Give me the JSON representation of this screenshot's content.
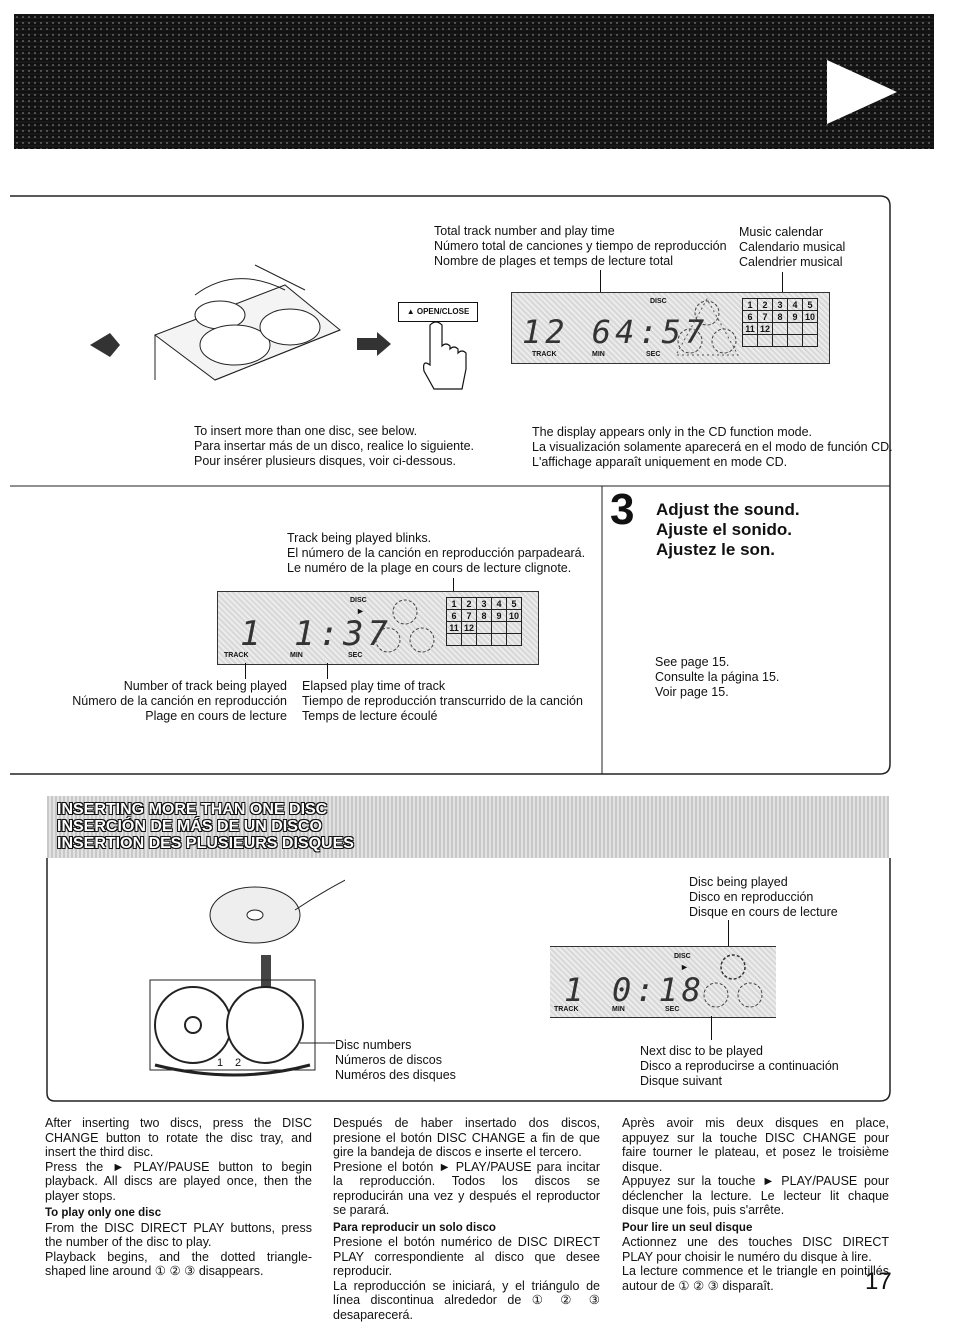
{
  "top_panel": {
    "total_track_caption": [
      "Total track number and play time",
      "Número total de canciones y tiempo de reproducción",
      "Nombre de plages et temps de lecture total"
    ],
    "music_calendar_caption": [
      "Music calendar",
      "Calendario musical",
      "Calendrier musical"
    ],
    "open_close_label": "▲ OPEN/CLOSE",
    "display_digits": "12 64:57",
    "display_labels": {
      "disc": "DISC",
      "track": "TRACK",
      "min": "MIN",
      "sec": "SEC"
    },
    "calendar_numbers": [
      "1",
      "2",
      "3",
      "4",
      "5",
      "6",
      "7",
      "8",
      "9",
      "10",
      "11",
      "12"
    ],
    "insert_more_caption": [
      "To insert more than one disc, see below.",
      "Para insertar más de un disco, realice lo siguiente.",
      "Pour insérer plusieurs disques, voir ci-dessous."
    ],
    "display_mode_caption": [
      "The display appears only in the CD function mode.",
      "La visualización solamente aparecerá en el modo de función CD.",
      "L'affichage apparaît uniquement en mode CD."
    ]
  },
  "middle_panel": {
    "blinks_caption": [
      "Track being played blinks.",
      "El número de la canción en reproducción parpadeará.",
      "Le numéro de la plage en cours de lecture clignote."
    ],
    "display_track": "1",
    "display_time": "1:37",
    "track_number_caption": [
      "Number of track being played",
      "Número de la canción en reproducción",
      "Plage en cours de lecture"
    ],
    "elapsed_caption": [
      "Elapsed play time of track",
      "Tiempo de reproducción transcurrido de la canción",
      "Temps de lecture écoulé"
    ],
    "step_number": "3",
    "step_titles": [
      "Adjust the sound.",
      "Ajuste el sonido.",
      "Ajustez le son."
    ],
    "see_page": [
      "See page 15.",
      "Consulte la página 15.",
      "Voir page 15."
    ]
  },
  "section": {
    "titles": [
      "INSERTING MORE THAN ONE DISC",
      "INSERCIÓN DE MÁS DE UN DISCO",
      "INSERTION DES PLUSIEURS DISQUES"
    ],
    "disc_being_played": [
      "Disc being played",
      "Disco en reproducción",
      "Disque en cours de lecture"
    ],
    "disc_numbers": [
      "Disc numbers",
      "Números de discos",
      "Numéros des disques"
    ],
    "next_disc": [
      "Next disc to be played",
      "Disco a reproducirse a continuación",
      "Disque suivant"
    ],
    "display_track": "1",
    "display_time": "0:18",
    "tray_numbers": [
      "1",
      "2"
    ]
  },
  "columns": {
    "english": {
      "p1": "After inserting two discs, press the DISC CHANGE button to rotate the disc tray, and insert the third disc.",
      "p2": "Press the ► PLAY/PAUSE button to begin playback. All discs are played once, then the player stops.",
      "heading": "To play only one disc",
      "p3": "From the DISC DIRECT PLAY buttons, press the number of the disc to play.",
      "p4": "Playback begins, and the dotted triangle-shaped line around ① ② ③ disappears."
    },
    "spanish": {
      "p1": "Después de haber insertado dos discos, presione el botón DISC CHANGE a fin de que gire la bandeja de discos e inserte el tercero.",
      "p2": "Presione el botón ► PLAY/PAUSE para incitar la reproducción. Todos los discos se reproducirán una vez y después el reproductor se parará.",
      "heading": "Para reproducir un solo disco",
      "p3": "Presione el botón numérico de DISC DIRECT PLAY correspondiente al disco que desee reproducir.",
      "p4": "La reproducción se iniciará, y el triángulo de línea discontinua alrededor de ① ② ③ desaparecerá."
    },
    "french": {
      "p1": "Après avoir mis deux disques en place, appuyez sur la touche DISC CHANGE pour faire tourner le plateau, et posez le troisième disque.",
      "p2": "Appuyez sur la touche ► PLAY/PAUSE pour déclencher la lecture. Le lecteur lit chaque disque une fois, puis s'arrête.",
      "heading": "Pour lire un seul disque",
      "p3": "Actionnez une des touches DISC DIRECT PLAY pour choisir le numéro du disque à lire.",
      "p4": "La lecture commence et le triangle en pointillés autour de ① ② ③ disparaît."
    }
  },
  "page_number": "17"
}
